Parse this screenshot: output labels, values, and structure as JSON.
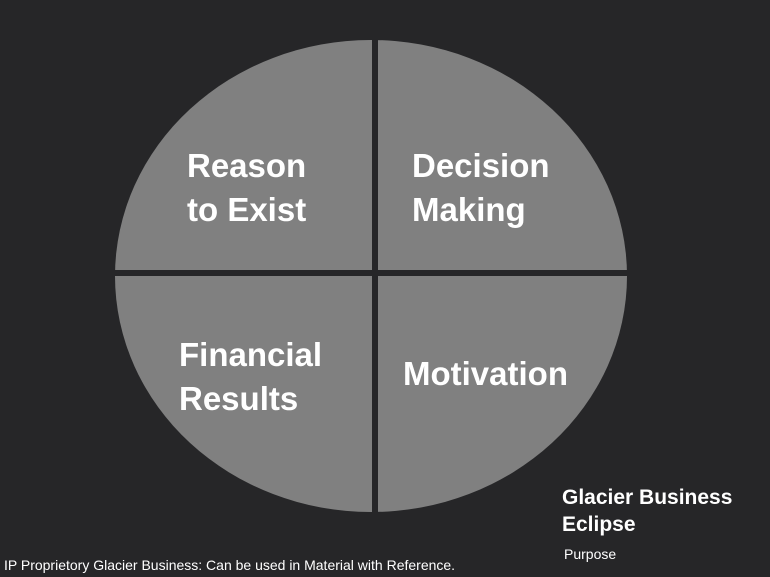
{
  "diagram": {
    "quadrants": [
      {
        "line1": "Reason",
        "line2": "to Exist"
      },
      {
        "line1": "Decision",
        "line2": "Making"
      },
      {
        "line1": "Financial",
        "line2": "Results"
      },
      {
        "line1": "Motivation"
      }
    ],
    "fill_color": "#808080",
    "divider_color": "#262628"
  },
  "brand": {
    "title_line1": "Glacier Business",
    "title_line2": "Eclipse",
    "subtitle": "Purpose"
  },
  "footer": {
    "note": "IP Proprietory Glacier Business: Can be used in Material with Reference."
  }
}
